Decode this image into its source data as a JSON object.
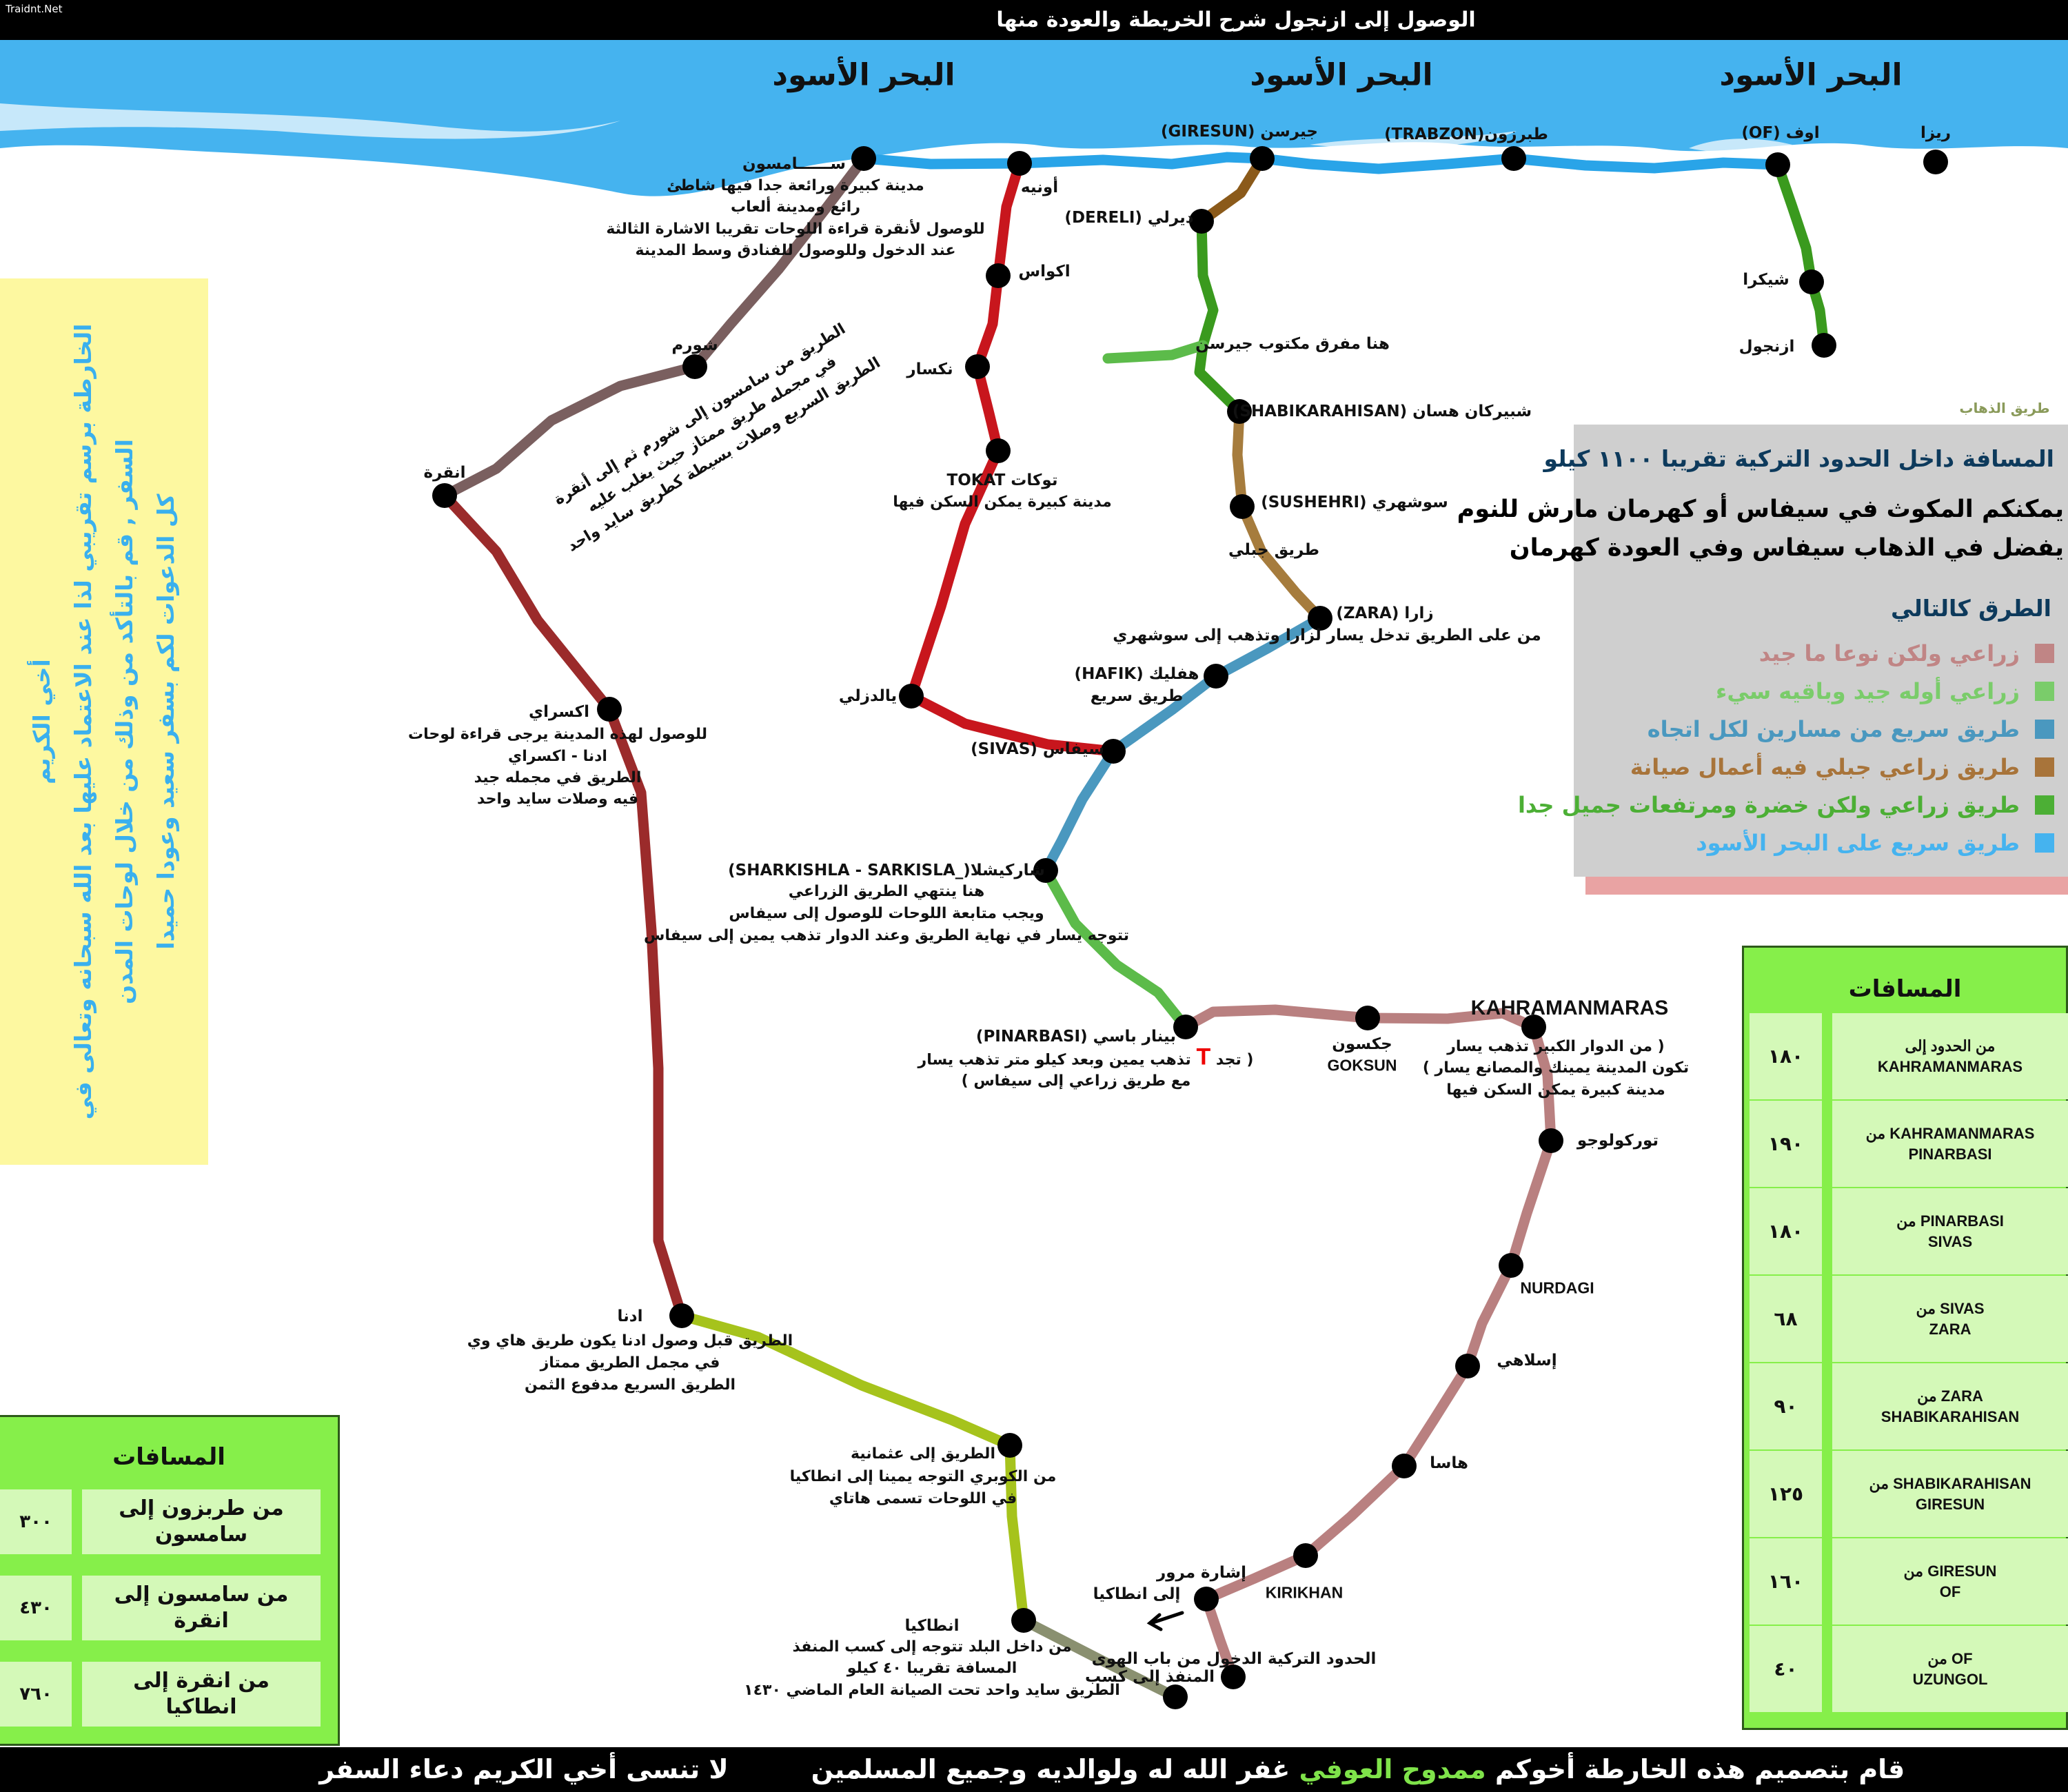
{
  "header": {
    "site": "Traidnt.Net",
    "title": "الوصول إلى ازنجول شرح الخريطة والعودة منها"
  },
  "sea_labels": [
    "البحر الأسود",
    "البحر الأسود",
    "البحر الأسود"
  ],
  "cities": {
    "samsun": {
      "name": "ســــــامسون",
      "notes": [
        "مدينة كبيرة ورائعة جدا فيها شاطئ",
        "رائع ومدينة ألعاب",
        "للوصول لأنقرة قراءة اللوحات تقريبا الاشارة الثالثة",
        "عند الدخول وللوصول للفنادق وسط المدينة"
      ]
    },
    "corum": {
      "name": "شورم"
    },
    "corum_note": [
      "الطريق من سامسون إلى شورم ثم إلى أنقرة",
      "في مجمله طريق ممتاز حيث يغلب عليه",
      "الطريق السريع وصلات بسيطة كطريق سايد واحد"
    ],
    "ankara": {
      "name": "انقرة"
    },
    "aksaray": {
      "name": "اكسراي",
      "notes": [
        "للوصول لهذه المدينة يرجى قراءة لوحات",
        "ادنا - اكسراي",
        "الطريق في مجمله جيد",
        "فيه وصلات سايد واحد"
      ]
    },
    "adana": {
      "name": "ادنا",
      "notes": [
        "الطريق قبل وصول ادنا يكون طريق هاي وي",
        "في مجمل الطريق ممتاز",
        "الطريق السريع مدفوع الثمن"
      ]
    },
    "osmaniye": {
      "notes": [
        "الطريق إلى عثمانية",
        "من الكوبري التوجه يمينا إلى انطاكيا",
        "في اللوحات تسمى هاتاي"
      ]
    },
    "antakya": {
      "name": "انطاكيا",
      "notes": [
        "من داخل البلد تتوجه إلى كسب المنفذ",
        "المسافة تقريبا ٤٠ كيلو",
        "الطريق سايد واحد تحت الصيانة العام الماضي ١٤٣٠"
      ]
    },
    "unye": {
      "name": "أونيه"
    },
    "akkus": {
      "name": "اكواس"
    },
    "niksar": {
      "name": "نكسار"
    },
    "tokat": {
      "name": "توكات  TOKAT",
      "note": "مدينة كبيرة يمكن السكن فيها"
    },
    "yildizeli": {
      "name": "يالدزلي"
    },
    "sivas": {
      "name": "سيفاس (SIVAS)"
    },
    "hafik": {
      "name": "هفليك  (HAFIK)",
      "note": "طريق سريع"
    },
    "zara": {
      "name": "زارا (ZARA)",
      "note": "من على الطريق تدخل يسار لزارا وتذهب إلى سوشهري"
    },
    "sushehri": {
      "name": "سوشهري (SUSHEHRI)",
      "road_note": "طريق جبلي"
    },
    "shabikarahisan": {
      "name": "شبيركان هسان (SHABIKARAHISAN)"
    },
    "fork": {
      "note": "هنا مفرق مكتوب جيرسن"
    },
    "dereli": {
      "name": "ديرلي (DERELI)"
    },
    "giresun": {
      "name": "جيرسن (GIRESUN)"
    },
    "trabzon": {
      "name": "طبرزون(TRABZON)"
    },
    "of": {
      "name": "اوف (OF)"
    },
    "rize": {
      "name": "ريزا"
    },
    "shikra": {
      "name": "شيكرا"
    },
    "uzungol": {
      "name": "ازنجول"
    },
    "sharkishla": {
      "name": "شاركيشلا(_SHARKISHLA - SARKISLA)",
      "notes": [
        "هنا ينتهي الطريق الزراعي",
        "ويجب متابعة اللوحات للوصول إلى سيفاس",
        "تتوجه يسار في نهاية الطريق وعند الدوار تذهب يمين إلى سيفاس"
      ]
    },
    "pinarbasi": {
      "name": "بينار باسي (PINARBASI)",
      "note_pre": "( تجد",
      "t_mark": "T",
      "note_post": "تذهب يمين وبعد كيلو متر تذهب يسار",
      "note2": "مع طريق زراعي إلى سيفاس )"
    },
    "goksun": {
      "name": "جكسون",
      "latin": "GOKSUN"
    },
    "kahramanmaras": {
      "name": "KAHRAMANMARAS",
      "notes": [
        "( من الدوار الكبير تذهب يسار",
        "تكون المدينة يمينك والمصانع يسار )",
        "مدينة كبيرة يمكن السكن فيها"
      ]
    },
    "turkoglu": {
      "name": "توركولوجو"
    },
    "nurdagi": {
      "name": "NURDAGI"
    },
    "islahiye": {
      "name": "إسلاهي"
    },
    "hassa": {
      "name": "هاسا"
    },
    "kirikhan": {
      "name": "KIRIKHAN"
    },
    "traffic_light": {
      "name": "إشارة مرور",
      "direction": "إلى انطاكيا"
    },
    "border": {
      "name": "الحدود التركية الدخول من باب الهوى",
      "note": "المنفذ إلى كسب"
    }
  },
  "note_box": {
    "title": "أخي الكريم",
    "lines": [
      "الخارطة برسم تقريبي لذا عند الاعتماد عليها بعد الله سبحانه وتعالى في",
      "السفر , قم بالتأكد من وذلك من خلال لوحات المدن",
      "كل الدعوات لكم بسفر سعيد وعودا حميدا"
    ]
  },
  "going_route_label": "طريق الذهاب",
  "legend": {
    "distance": "المسافة داخل الحدود التركية تقريبا ١١٠٠ كيلو",
    "stay1": "يمكنكم المكوث في سيفاس أو كهرمان مارش للنوم",
    "stay2": "يفضل في الذهاب سيفاس وفي العودة كهرمان",
    "roads_title": "الطرق كالتالي",
    "items": [
      {
        "label": "زراعي ولكن نوعا ما جيد",
        "color": "#c08585"
      },
      {
        "label": "زراعي أوله جيد وباقيه سيء",
        "color": "#7acc6a"
      },
      {
        "label": "طريق سريع من مسارين لكل اتجاه",
        "color": "#4a98bf"
      },
      {
        "label": "طريق زراعي جبلي فيه أعمال صيانة",
        "color": "#a8743a"
      },
      {
        "label": "طريق زراعي ولكن خضرة ومرتفعات جميل جدا",
        "color": "#4caf35"
      },
      {
        "label": "طريق سريع على البحر الأسود",
        "color": "#45b3ef"
      }
    ]
  },
  "distances_right": {
    "title": "المسافات",
    "rows": [
      {
        "from": "من الحدود إلى",
        "to": "KAHRAMANMARAS",
        "km": "١٨٠"
      },
      {
        "from": "KAHRAMANMARAS من",
        "to": "PINARBASI",
        "km": "١٩٠"
      },
      {
        "from": "PINARBASI من",
        "to": "SIVAS",
        "km": "١٨٠"
      },
      {
        "from": "SIVAS من",
        "to": "ZARA",
        "km": "٦٨"
      },
      {
        "from": "ZARA من",
        "to": "SHABIKARAHISAN",
        "km": "٩٠"
      },
      {
        "from": "SHABIKARAHISAN من",
        "to": "GIRESUN",
        "km": "١٢٥"
      },
      {
        "from": "GIRESUN من",
        "to": "OF",
        "km": "١٦٠"
      },
      {
        "from": "OF من",
        "to": "UZUNGOL",
        "km": "٤٠"
      }
    ]
  },
  "distances_left": {
    "title": "المسافات",
    "rows": [
      {
        "from": "من طربزون إلى",
        "to": "سامسون",
        "km": "٣٠٠"
      },
      {
        "from": "من سامسون إلى",
        "to": "انقرة",
        "km": "٤٣٠"
      },
      {
        "from": "من انقرة إلى",
        "to": "انطاكيا",
        "km": "٧٦٠"
      }
    ]
  },
  "footer": {
    "credit_pre": "قام بتصميم هذه الخارطة أخوكم",
    "author": "ممدوح العوفي",
    "credit_post": "غفر الله له  ولوالديه وجميع المسلمين",
    "reminder": "لا تنسى أخي الكريم دعاء السفر"
  }
}
